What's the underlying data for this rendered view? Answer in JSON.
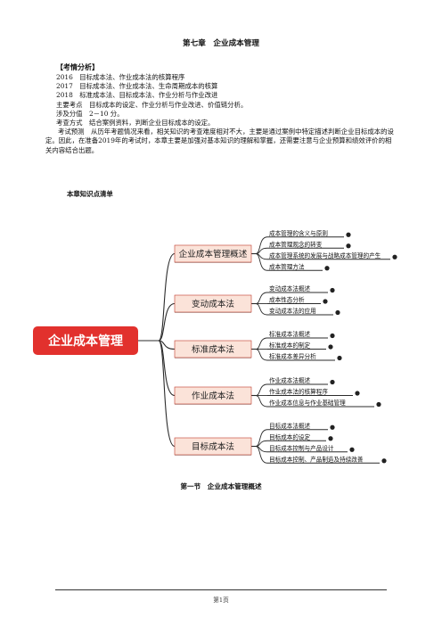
{
  "chapter_title": "第七章　企业成本管理",
  "analysis": {
    "heading": "【考情分析】",
    "lines": [
      "2016　目标成本法、作业成本法的核算程序",
      "2017　目标成本法、作业成本法、生命周期成本的核算",
      "2018　标准成本法、目标成本法、作业分析与作业改进",
      "主要考点　目标成本的设定、作业分析与作业改进、价值链分析。",
      "涉及分值　2－10 分。",
      "考查方式　结合案例资料，判断企业目标成本的设定。"
    ],
    "forecast": "考试预测　从历年考题情况来看，相关知识的考查难度相对不大，主要是通过案例中特定描述判断企业目标成本的设定。因此，在准备2019年的考试时，本章主要是加强对基本知识的理解和掌握，还需要注意与企业预算和绩效评价的相关内容结合出题。"
  },
  "mindmap_heading": "本章知识点清单",
  "mindmap": {
    "root": "企业成本管理",
    "colors": {
      "root_fill": "#e2312d",
      "branch_fill": "#fbe3d9",
      "branch_border": "#c0392b",
      "line": "#2b2b2b",
      "dot": "#222222"
    },
    "branches": [
      {
        "label": "企业成本管理概述",
        "leaves": [
          "成本管理的含义与原则",
          "成本管理观念的转变",
          "成本管理系统的发展与战略成本管理的产生",
          "成本管理方法"
        ]
      },
      {
        "label": "变动成本法",
        "leaves": [
          "变动成本法概述",
          "成本性态分析",
          "变动成本法的应用"
        ]
      },
      {
        "label": "标准成本法",
        "leaves": [
          "标准成本法概述",
          "标准成本的制定",
          "标准成本差异分析"
        ]
      },
      {
        "label": "作业成本法",
        "leaves": [
          "作业成本法概述",
          "作业成本法的核算程序",
          "作业成本信息与作业基础管理"
        ]
      },
      {
        "label": "目标成本法",
        "leaves": [
          "目标成本法概述",
          "目标成本的设定",
          "目标成本控制与产品设计",
          "目标成本控制、产品制造及持续改善"
        ]
      }
    ]
  },
  "section_title": "第一节　企业成本管理概述",
  "page_number": "第1页"
}
